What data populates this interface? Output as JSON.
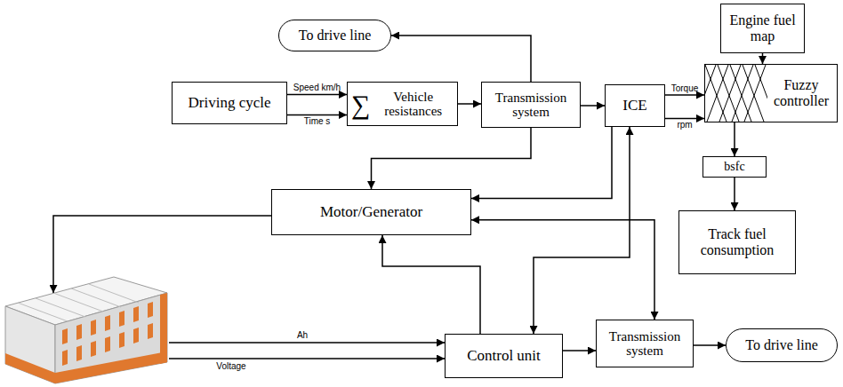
{
  "diagram": {
    "nodes": [
      {
        "text": [
          "To drive line"
        ]
      },
      {
        "text": [
          "Driving cycle"
        ]
      },
      {
        "text": [
          "∑",
          "Vehicle resistances"
        ]
      },
      {
        "text": [
          "Transmission system"
        ]
      },
      {
        "text": [
          "ICE"
        ]
      },
      {
        "text": [
          "Engine fuel map"
        ]
      },
      {
        "text": [
          "Fuzzy controller"
        ]
      },
      {
        "text": [
          "bsfc"
        ]
      },
      {
        "text": [
          "Track fuel consumption"
        ]
      },
      {
        "text": [
          "Motor/Generator"
        ]
      },
      {
        "text": [
          "Control unit"
        ]
      },
      {
        "text": [
          "Transmission system"
        ]
      },
      {
        "text": [
          "To drive line"
        ]
      }
    ],
    "edges": [
      {
        "from": 1,
        "to": 2,
        "arrow": "to",
        "label": "Speed km/h"
      },
      {
        "from": 1,
        "to": 2,
        "arrow": "to",
        "label": "Time s"
      },
      {
        "from": 2,
        "to": 3,
        "arrow": "to"
      },
      {
        "from": 3,
        "to": 0,
        "arrow": "to"
      },
      {
        "from": 3,
        "to": 4,
        "arrow": "to"
      },
      {
        "from": 3,
        "to": 9,
        "arrow": "to"
      },
      {
        "from": 5,
        "to": 6,
        "arrow": "to"
      },
      {
        "from": 4,
        "to": 6,
        "arrow": "to",
        "label": "Torque"
      },
      {
        "from": 4,
        "to": 6,
        "arrow": "to",
        "label": "rpm"
      },
      {
        "from": 6,
        "to": 7,
        "arrow": "to"
      },
      {
        "from": 7,
        "to": 8,
        "arrow": "to"
      },
      {
        "from": 4,
        "to": 9,
        "arrow": "to"
      },
      {
        "from": 10,
        "to": 9,
        "arrow": "to"
      },
      {
        "from": 10,
        "to": 4,
        "arrow": "both"
      },
      {
        "from": 9,
        "to": 11,
        "arrow": "both"
      },
      {
        "from": 10,
        "to": 11,
        "arrow": "to"
      },
      {
        "from": 11,
        "to": 12,
        "arrow": "to"
      }
    ],
    "labels": [
      "Ah",
      "Voltage"
    ]
  }
}
